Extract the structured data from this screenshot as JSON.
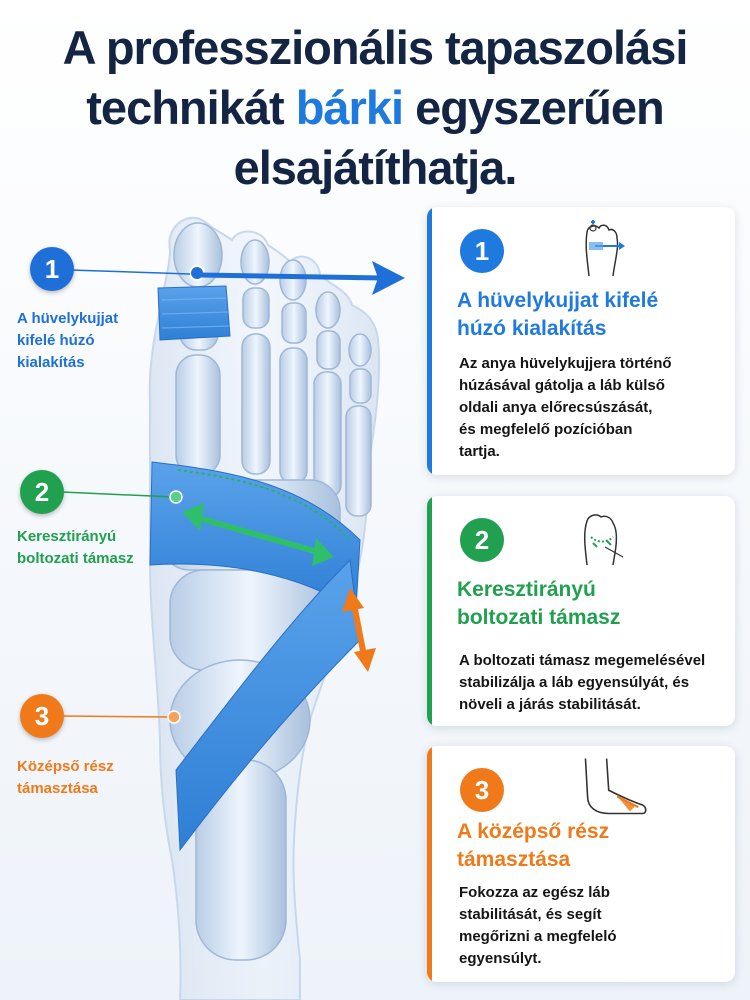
{
  "headline": {
    "line1": "A professzionális tapaszolási",
    "line2_before": "technikát ",
    "line2_accent": "bárki",
    "line2_after": " egyszerűen",
    "line3": "elsajátíthatja."
  },
  "colors": {
    "blue": "#1f7ae0",
    "green": "#21a04f",
    "orange": "#f07a1a",
    "navy": "#142443",
    "tape": "#3f8fe0"
  },
  "callouts": [
    {
      "number": "1",
      "label": "A hüvelykujjat\nkifelé húzó\nkialakítás"
    },
    {
      "number": "2",
      "label": "Keresztirányú\nboltozati támasz"
    },
    {
      "number": "3",
      "label": "Középső rész\ntámasztása"
    }
  ],
  "cards": [
    {
      "number": "1",
      "icon": "foot-toe-pull-icon",
      "title": "A hüvelykujjat kifelé\nhúzó kialakítás",
      "body": "Az anya hüvelykujjera történő\nhúzásával gátolja a láb külső\noldali anya előrecsúszását,\nés megfelelő pozícióban\ntartja."
    },
    {
      "number": "2",
      "icon": "foot-arch-icon",
      "title": "Keresztirányú\nboltozati támasz",
      "body": "A boltozati támasz megemelésével\nstabilizálja a láb egyensúlyát, és\nnöveli a járás stabilitását."
    },
    {
      "number": "3",
      "icon": "foot-side-icon",
      "title": "A középső rész\ntámasztása",
      "body": "Fokozza az egész láb\nstabilitását, és segít\nmegőrizni a megfeleló\negyensúlyt."
    }
  ]
}
